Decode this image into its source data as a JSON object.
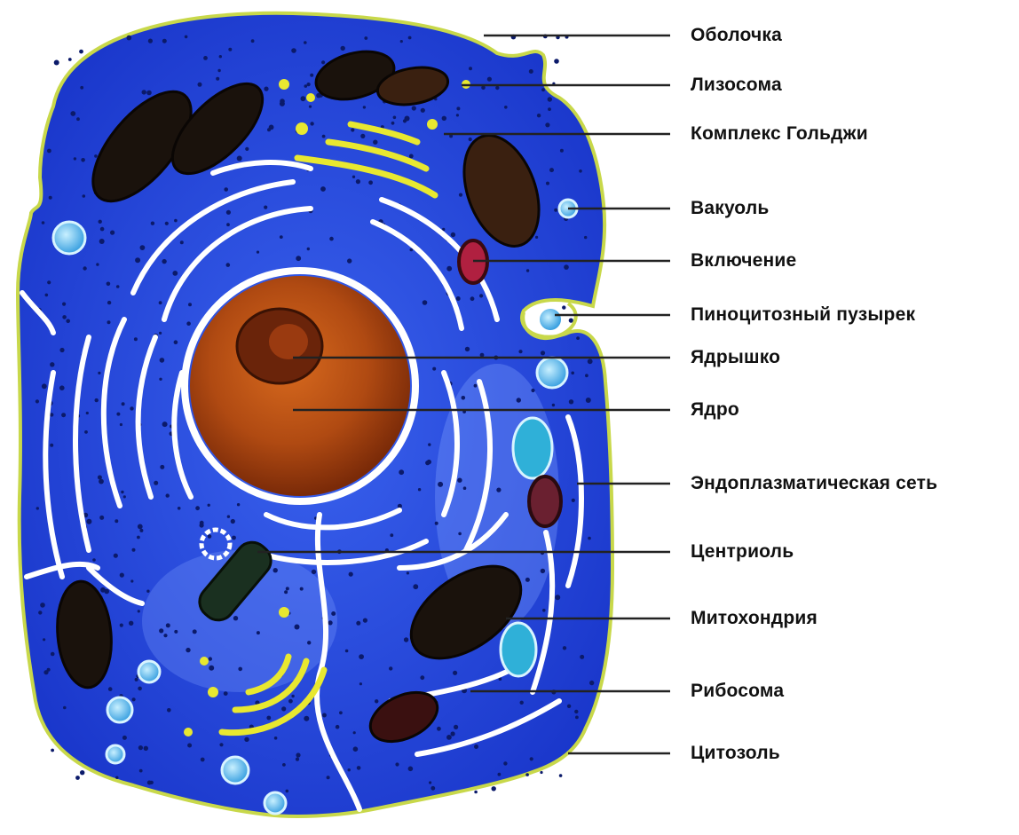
{
  "labels": {
    "membrane": "Оболочка",
    "lysosome": "Лизосома",
    "golgi": "Комплекс  Гольджи",
    "vacuole": "Вакуоль",
    "inclusion": "Включение",
    "pinocytic_vesicle": "Пиноцитозный  пузырек",
    "nucleolus": "Ядрышко",
    "nucleus": "Ядро",
    "endoplasmic_reticulum": "Эндоплазматическая  сеть",
    "centriole": "Центриоль",
    "mitochondrion": "Митохондрия",
    "ribosome": "Рибосома",
    "cytosol": "Цитозоль"
  },
  "colors": {
    "cytoplasm": "#1f3fd6",
    "cytoplasm_light": "#8fb0ff",
    "membrane": "#c8d84a",
    "nucleus": "#b04a12",
    "nucleolus": "#5a200a",
    "mitochondrion": "#1a120c",
    "golgi": "#e8e830",
    "reticulum": "#ffffff",
    "vacuole": "#66c8ff",
    "leader_line": "#222222"
  }
}
